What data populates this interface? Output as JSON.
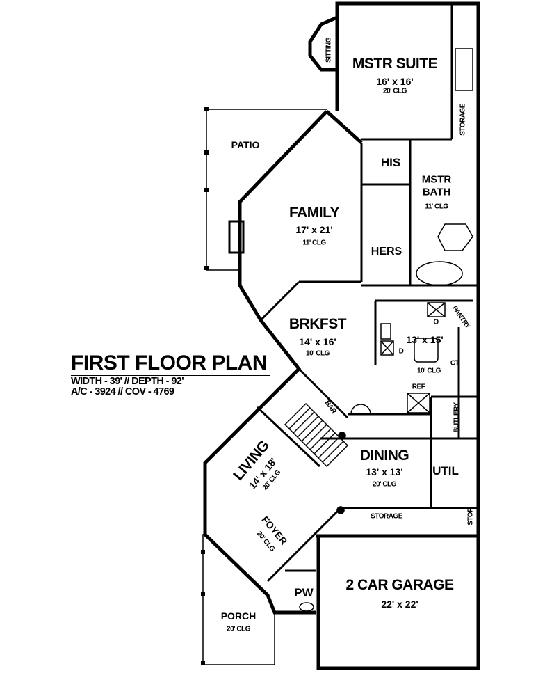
{
  "title_block": {
    "title": "FIRST FLOOR PLAN",
    "dimensions": "WIDTH - 39' // DEPTH - 92'",
    "areas": "A/C - 3924 // COV - 4769"
  },
  "rooms": {
    "master_suite": {
      "name": "MSTR SUITE",
      "size": "16' x 16'",
      "ceiling": "20' CLG"
    },
    "sitting": {
      "name": "SITTING"
    },
    "storage_upper": {
      "name": "STORAGE"
    },
    "patio": {
      "name": "PATIO"
    },
    "his": {
      "name": "HIS"
    },
    "master_bath": {
      "name_line1": "MSTR",
      "name_line2": "BATH",
      "ceiling": "11' CLG"
    },
    "family": {
      "name": "FAMILY",
      "size": "17' x 21'",
      "ceiling": "11' CLG"
    },
    "hers": {
      "name": "HERS"
    },
    "pantry": {
      "name": "PANTRY"
    },
    "breakfast": {
      "name": "BRKFST",
      "size": "14' x 16'",
      "ceiling": "10' CLG"
    },
    "kitchen": {
      "size": "13' x 15'",
      "ceiling": "10' CLG",
      "dishwasher": "D",
      "oven": "O",
      "cooktop": "CT",
      "refrigerator": "REF"
    },
    "bar": {
      "name": "BAR"
    },
    "butlery": {
      "name": "BUTLERY"
    },
    "living": {
      "name": "LIVING",
      "size": "14' x 18'",
      "ceiling": "20' CLG"
    },
    "dining": {
      "name": "DINING",
      "size": "13' x 13'",
      "ceiling": "20' CLG"
    },
    "utility": {
      "name": "UTIL"
    },
    "storage_lower": {
      "name": "STORAGE"
    },
    "stor": {
      "name": "STOR"
    },
    "foyer": {
      "name": "FOYER",
      "ceiling": "20' CLG"
    },
    "powder": {
      "name": "PW"
    },
    "garage": {
      "name": "2 CAR GARAGE",
      "size": "22' x 22'"
    },
    "porch": {
      "name": "PORCH",
      "ceiling": "20' CLG"
    }
  }
}
